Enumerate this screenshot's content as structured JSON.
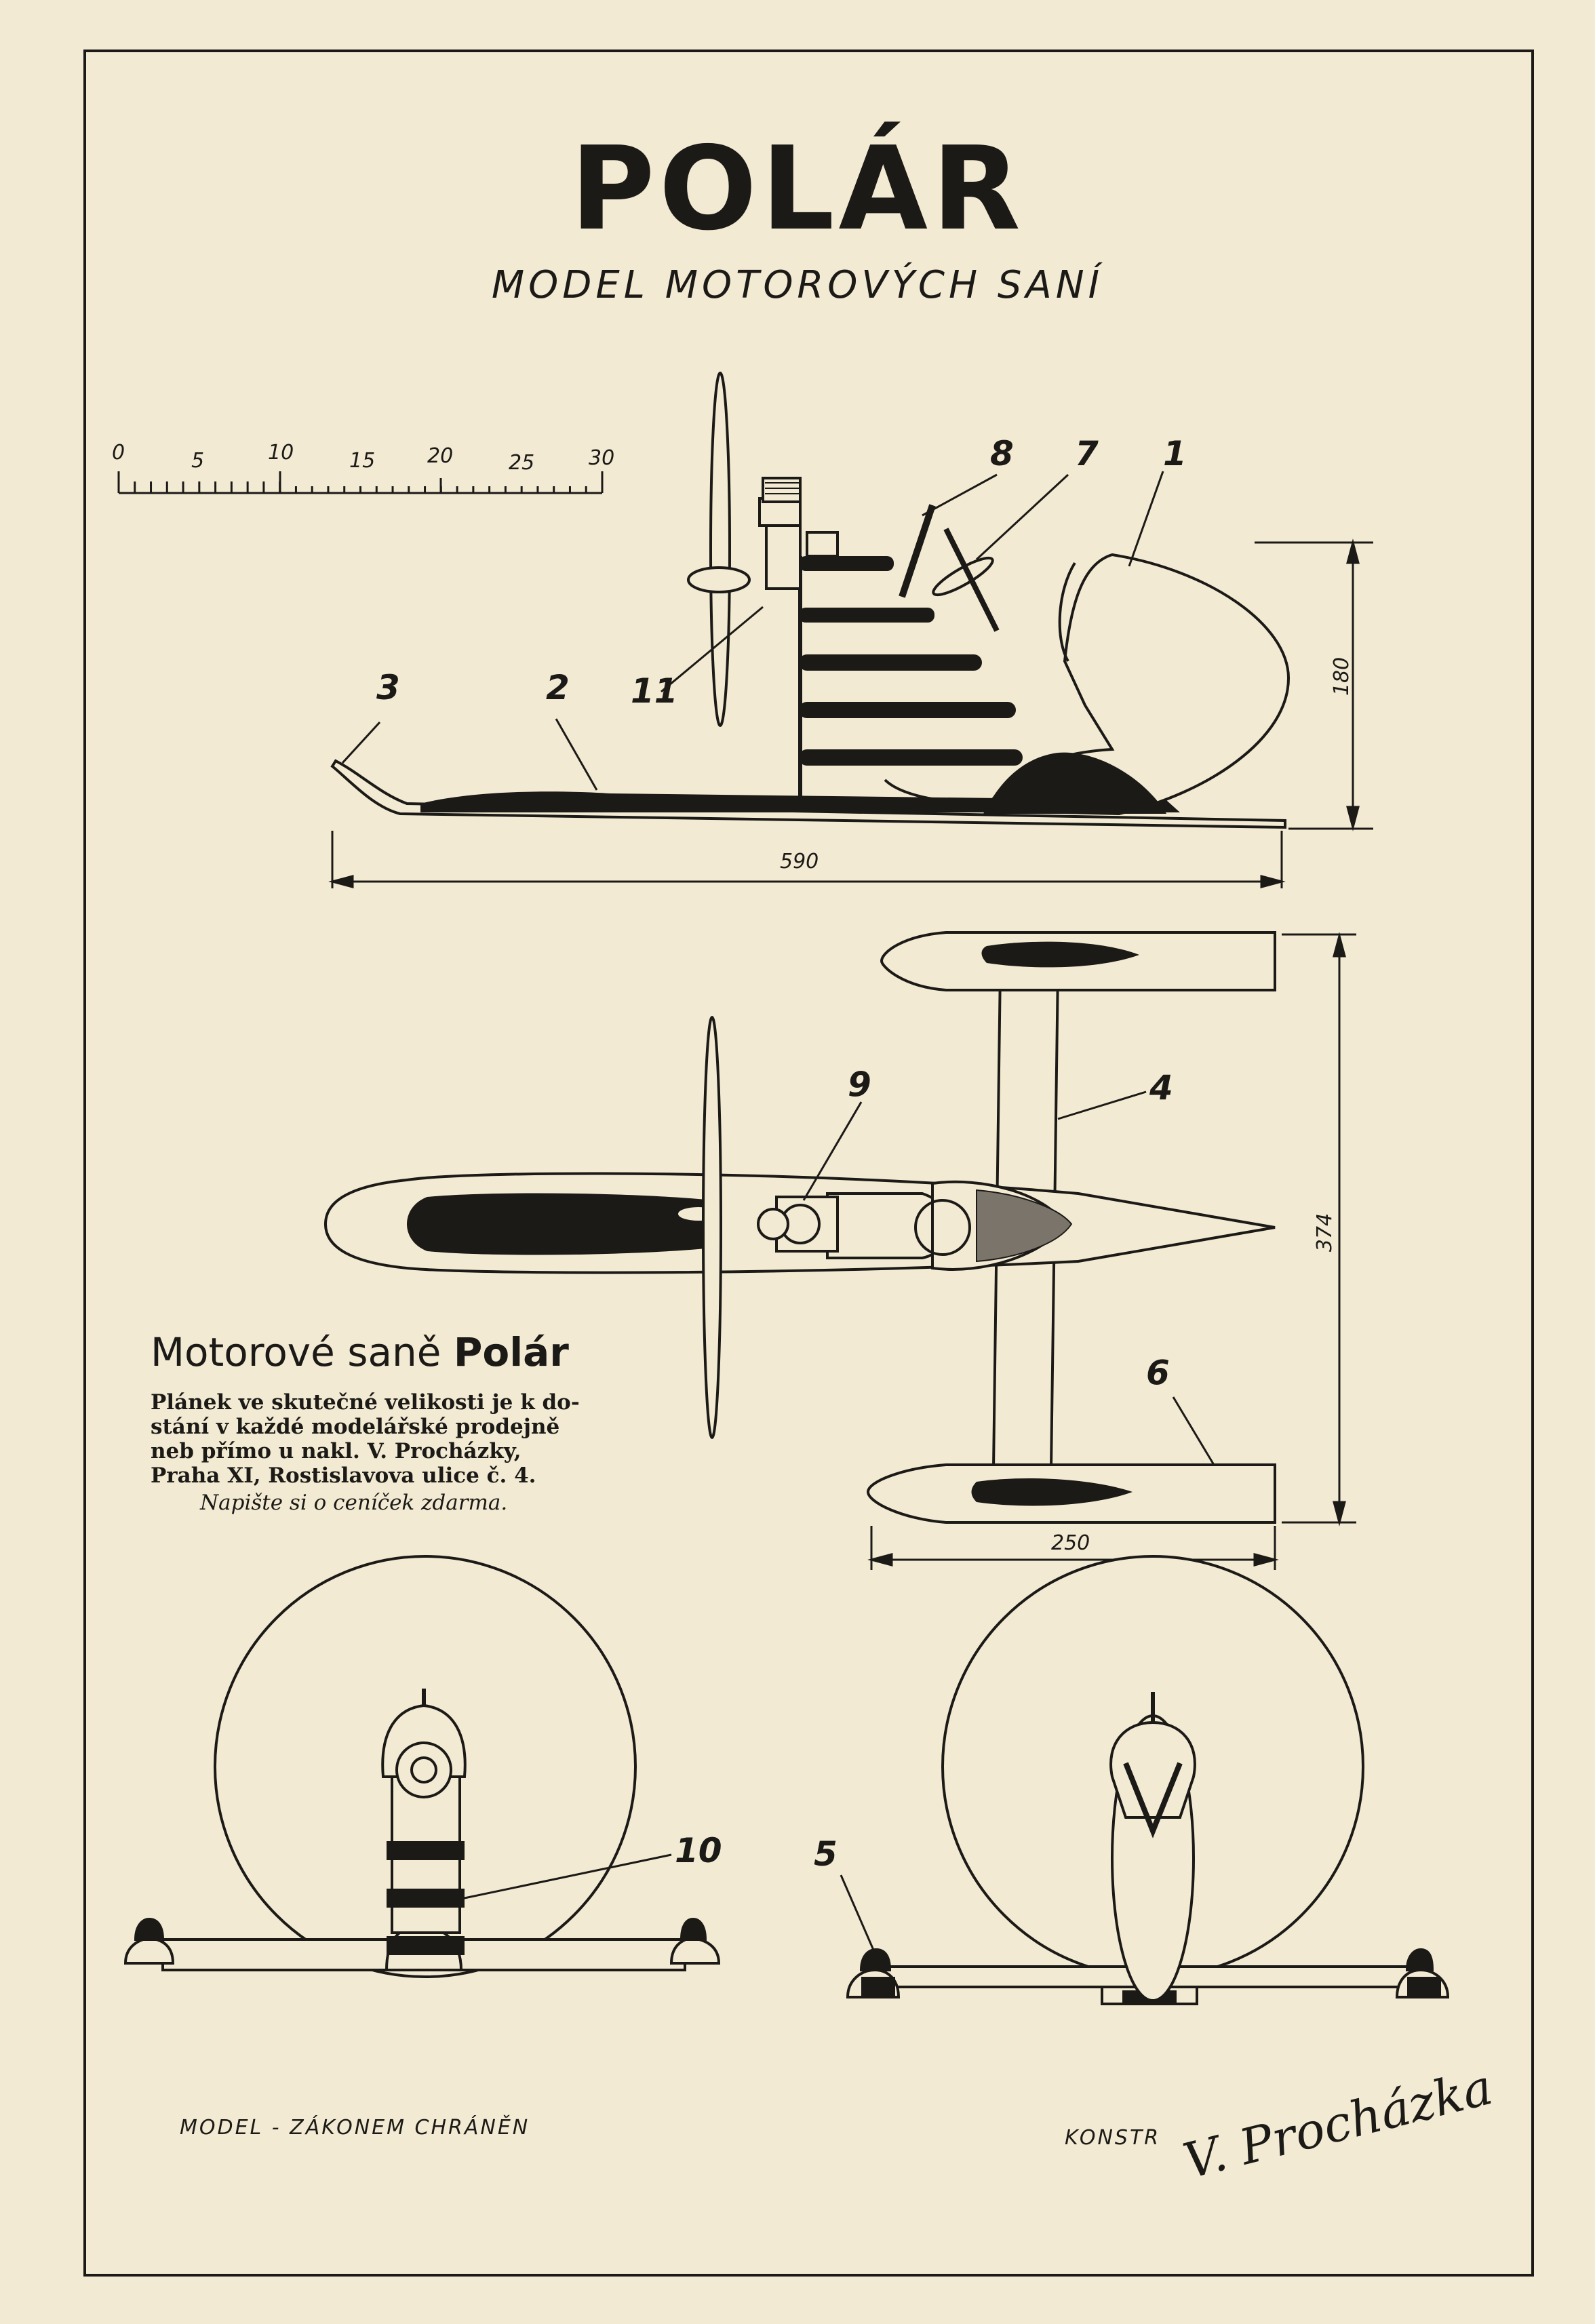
{
  "title": "POLÁR",
  "subtitle": "MODEL MOTOROVÝCH SANÍ",
  "scale": {
    "ticks": [
      "0",
      "5",
      "10",
      "15",
      "20",
      "25",
      "30"
    ]
  },
  "callouts": {
    "c1": "1",
    "c2": "2",
    "c3": "3",
    "c4": "4",
    "c5": "5",
    "c6": "6",
    "c7": "7",
    "c8": "8",
    "c9": "9",
    "c10": "10",
    "c11": "11"
  },
  "dimensions": {
    "side_length": "590",
    "side_height": "180",
    "top_width": "374",
    "top_depth": "250"
  },
  "advert": {
    "heading_prefix": "Motorové saně",
    "heading_name": "Polár",
    "lines": [
      "Plánek ve skutečné velikosti je k do-",
      "stání v každé modelářské prodejně",
      "neb přímo u nakl. V. Procházky,",
      "Praha XI, Rostislavova ulice č. 4."
    ],
    "note": "Napište si o ceníček zdarma."
  },
  "footer": {
    "left": "MODEL - ZÁKONEM CHRÁNĚN",
    "right_label": "KONSTR",
    "signature": "V. Procházka"
  },
  "colors": {
    "paper": "#f3ead3",
    "ink": "#1b1a17"
  }
}
